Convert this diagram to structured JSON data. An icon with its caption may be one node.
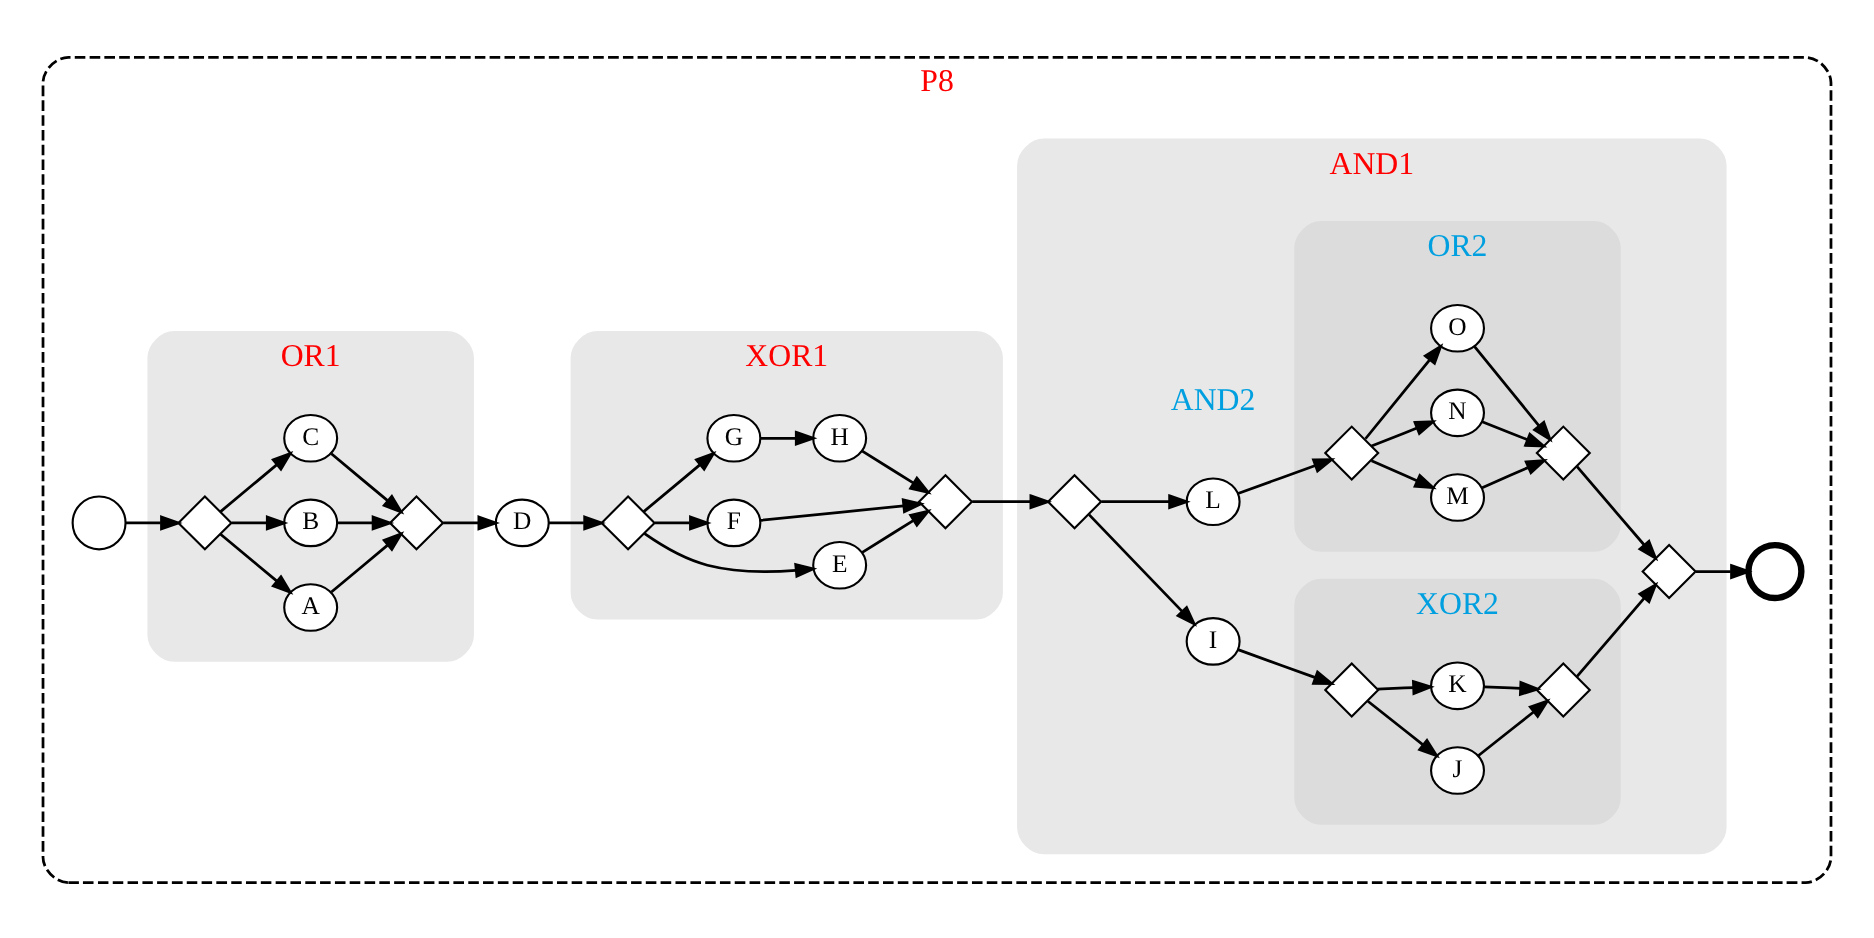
{
  "diagram": {
    "nodes": [
      {
        "text": [
          "P8"
        ]
      },
      {
        "text": [],
        "shape": "circle",
        "in": 0
      },
      {
        "text": [
          "OR1"
        ],
        "in": 0
      },
      {
        "text": [],
        "shape": "diamond",
        "in": 2
      },
      {
        "text": [
          "A"
        ],
        "in": 2
      },
      {
        "text": [
          "B"
        ],
        "in": 2
      },
      {
        "text": [
          "C"
        ],
        "in": 2
      },
      {
        "text": [],
        "shape": "diamond",
        "in": 2
      },
      {
        "text": [
          "D"
        ],
        "in": 0
      },
      {
        "text": [
          "XOR1"
        ],
        "in": 0
      },
      {
        "text": [],
        "shape": "diamond",
        "in": 9
      },
      {
        "text": [
          "E"
        ],
        "in": 9
      },
      {
        "text": [
          "F"
        ],
        "in": 9
      },
      {
        "text": [
          "G"
        ],
        "in": 9
      },
      {
        "text": [
          "H"
        ],
        "in": 9
      },
      {
        "text": [],
        "shape": "diamond",
        "in": 9
      },
      {
        "text": [
          "AND1"
        ],
        "in": 0
      },
      {
        "text": [],
        "shape": "diamond",
        "in": 16
      },
      {
        "text": [
          "I"
        ],
        "in": 16
      },
      {
        "text": [
          "L"
        ],
        "in": 16
      },
      {
        "text": [
          "XOR2"
        ],
        "in": 16
      },
      {
        "text": [],
        "shape": "diamond",
        "in": 20
      },
      {
        "text": [
          "J"
        ],
        "in": 20
      },
      {
        "text": [
          "K"
        ],
        "in": 20
      },
      {
        "text": [],
        "shape": "diamond",
        "in": 20
      },
      {
        "text": [
          "OR2"
        ],
        "in": 16
      },
      {
        "text": [],
        "shape": "diamond",
        "in": 25
      },
      {
        "text": [
          "M"
        ],
        "in": 25
      },
      {
        "text": [
          "N"
        ],
        "in": 25
      },
      {
        "text": [
          "O"
        ],
        "in": 25
      },
      {
        "text": [],
        "shape": "diamond",
        "in": 25
      },
      {
        "text": [],
        "shape": "diamond",
        "in": 16
      },
      {
        "text": [],
        "shape": "circle",
        "in": 0
      }
    ],
    "edges": [
      {
        "from": 1,
        "to": 3,
        "arrow": "to"
      },
      {
        "from": 3,
        "to": 4,
        "arrow": "to"
      },
      {
        "from": 3,
        "to": 5,
        "arrow": "to"
      },
      {
        "from": 3,
        "to": 6,
        "arrow": "to"
      },
      {
        "from": 4,
        "to": 7,
        "arrow": "to"
      },
      {
        "from": 5,
        "to": 7,
        "arrow": "to"
      },
      {
        "from": 6,
        "to": 7,
        "arrow": "to"
      },
      {
        "from": 7,
        "to": 8,
        "arrow": "to"
      },
      {
        "from": 8,
        "to": 10,
        "arrow": "to"
      },
      {
        "from": 10,
        "to": 11,
        "arrow": "to"
      },
      {
        "from": 10,
        "to": 12,
        "arrow": "to"
      },
      {
        "from": 10,
        "to": 13,
        "arrow": "to"
      },
      {
        "from": 13,
        "to": 14,
        "arrow": "to"
      },
      {
        "from": 11,
        "to": 15,
        "arrow": "to"
      },
      {
        "from": 12,
        "to": 15,
        "arrow": "to"
      },
      {
        "from": 14,
        "to": 15,
        "arrow": "to"
      },
      {
        "from": 15,
        "to": 17,
        "arrow": "to"
      },
      {
        "from": 17,
        "to": 18,
        "arrow": "to"
      },
      {
        "from": 17,
        "to": 19,
        "arrow": "to"
      },
      {
        "from": 18,
        "to": 21,
        "arrow": "to"
      },
      {
        "from": 21,
        "to": 22,
        "arrow": "to"
      },
      {
        "from": 21,
        "to": 23,
        "arrow": "to"
      },
      {
        "from": 22,
        "to": 24,
        "arrow": "to"
      },
      {
        "from": 23,
        "to": 24,
        "arrow": "to"
      },
      {
        "from": 24,
        "to": 31,
        "arrow": "to"
      },
      {
        "from": 19,
        "to": 26,
        "arrow": "to"
      },
      {
        "from": 26,
        "to": 27,
        "arrow": "to"
      },
      {
        "from": 26,
        "to": 28,
        "arrow": "to"
      },
      {
        "from": 26,
        "to": 29,
        "arrow": "to"
      },
      {
        "from": 27,
        "to": 30,
        "arrow": "to"
      },
      {
        "from": 28,
        "to": 30,
        "arrow": "to"
      },
      {
        "from": 29,
        "to": 30,
        "arrow": "to"
      },
      {
        "from": 30,
        "to": 31,
        "arrow": "to"
      },
      {
        "from": 31,
        "to": 32,
        "arrow": "to"
      }
    ],
    "labels": [
      "AND2"
    ]
  }
}
